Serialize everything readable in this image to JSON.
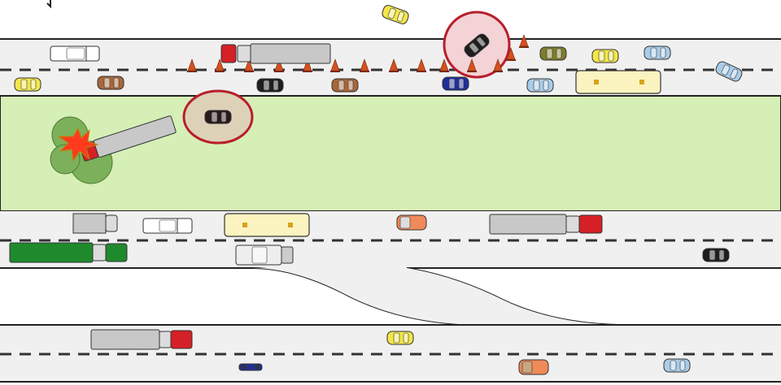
{
  "title": "",
  "colors": {
    "median": "#d6efb6",
    "road": "#f0f0f0",
    "lane_marking": "#333333",
    "cone": "#d4501e",
    "highlight_ring": "#b81e2b",
    "highlight_fill": "#f3d3d6",
    "median_highlight_fill": "#ddd2b8",
    "truck_trailer": "#c8c8c8",
    "red_cab": "#d52027",
    "green_trailer": "#1f8a2c",
    "explosion": "#ff3b1f",
    "tree": "#7db05a"
  },
  "scene": {
    "description_visible_text": [],
    "incidents": [
      "vehicle-crash-into-tree",
      "car-stopped-in-median",
      "car-rotated-in-cone-zone"
    ],
    "vehicle_types": [
      "car",
      "pickup",
      "van",
      "box-truck",
      "semi-truck",
      "bus",
      "motorcycle"
    ],
    "cone_count": 13
  }
}
